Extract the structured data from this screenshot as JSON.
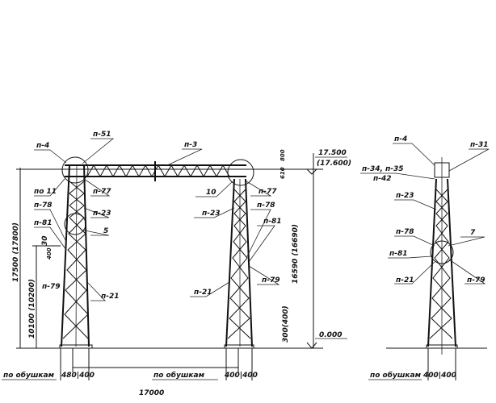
{
  "title": "Portal structure elevation and side view",
  "front_view": {
    "left_tower": {
      "p4": "п-4",
      "p51": "п-51",
      "p3": "п-3",
      "po11": "по 11",
      "p77": "п-77",
      "p78": "п-78",
      "p23": "п-23",
      "p81": "п-81",
      "node5": "5",
      "p79": "п-79",
      "p21": "п-21",
      "dim_30": "30",
      "dim_400": "400",
      "dim_total_height": "17500 (17800)",
      "dim_lower_height": "10100 (10200)"
    },
    "right_tower": {
      "node10": "10",
      "p77": "п-77",
      "p23": "п-23",
      "p78": "п-78",
      "p81": "п-81",
      "p79": "п-79",
      "p21": "п-21",
      "dim_800": "800",
      "dim_610": "610",
      "elev_top": "17.500",
      "elev_top_alt": "(17.600)",
      "dim_height": "16590 (16690)",
      "dim_base": "300(400)",
      "elev_ground": "0.000"
    },
    "bottom": {
      "left_note": "по обушкам",
      "left_dim": "480|400",
      "right_note": "по обушкам",
      "right_dim": "400|400",
      "span": "17000"
    }
  },
  "side_view": {
    "p4": "п-4",
    "p31": "п-31",
    "p34_35": "п-34, п-35",
    "p42": "п-42",
    "p23": "п-23",
    "p78": "п-78",
    "node7": "7",
    "p81": "п-81",
    "p21": "п-21",
    "p79": "п-79",
    "bottom_note": "по обушкам",
    "bottom_dim": "400|400"
  }
}
